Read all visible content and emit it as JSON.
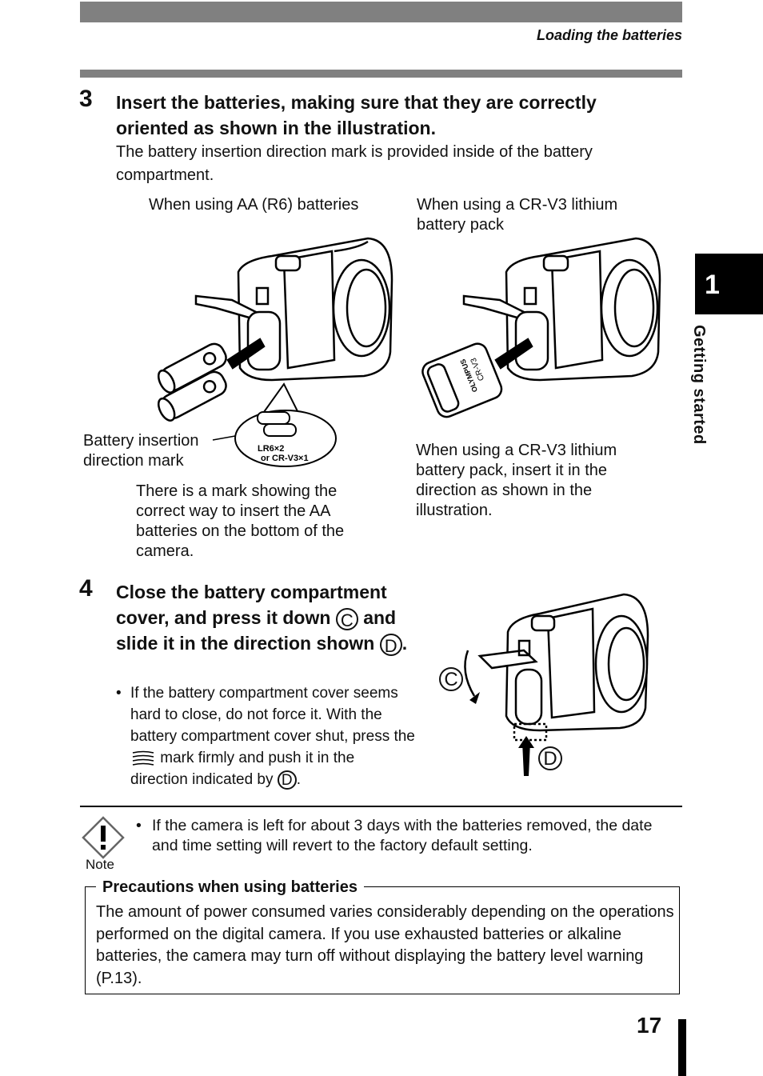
{
  "header": {
    "section_title": "Loading the batteries"
  },
  "step3": {
    "number": "3",
    "title": "Insert the batteries, making sure that they are correctly oriented as shown in the illustration.",
    "body": "The battery insertion direction mark is provided inside of the battery compartment."
  },
  "figures": {
    "aa_caption": "When using AA (R6) batteries",
    "crv3_caption": "When using a CR-V3 lithium battery pack",
    "mark_label": "Battery insertion direction mark",
    "mark_text_1": "LR6×2",
    "mark_text_2": "or CR-V3×1",
    "aa_note": "There is a mark showing the correct way to insert the AA batteries on the bottom of the camera.",
    "crv3_note": "When using a CR-V3 lithium battery pack, insert it in the direction as shown in the illustration.",
    "battery_brand": "OLYMPUS",
    "battery_model": "CR-V3"
  },
  "step4": {
    "number": "4",
    "title_1": "Close the battery compartment cover, and press it down",
    "title_2": "and slide it in the direction shown",
    "title_end": ".",
    "mark_c": "C",
    "mark_d": "D",
    "bullet_1": "If the battery compartment cover seems hard to close, do not force it. With the battery compartment cover shut, press the",
    "bullet_2": "mark firmly and push it in the direction indicated by",
    "bullet_end": "."
  },
  "note": {
    "label": "Note",
    "text": "If the camera is left for about 3 days with the batteries removed, the date and time setting will revert to the factory default setting."
  },
  "precautions": {
    "title": "Precautions when using batteries",
    "body": "The amount of power consumed varies considerably depending on the operations performed on the digital camera. If you use exhausted batteries or alkaline batteries, the camera may turn off without displaying the battery level warning (P.13)."
  },
  "side_tab": {
    "number": "1",
    "label": "Getting started"
  },
  "page": {
    "number": "17"
  }
}
